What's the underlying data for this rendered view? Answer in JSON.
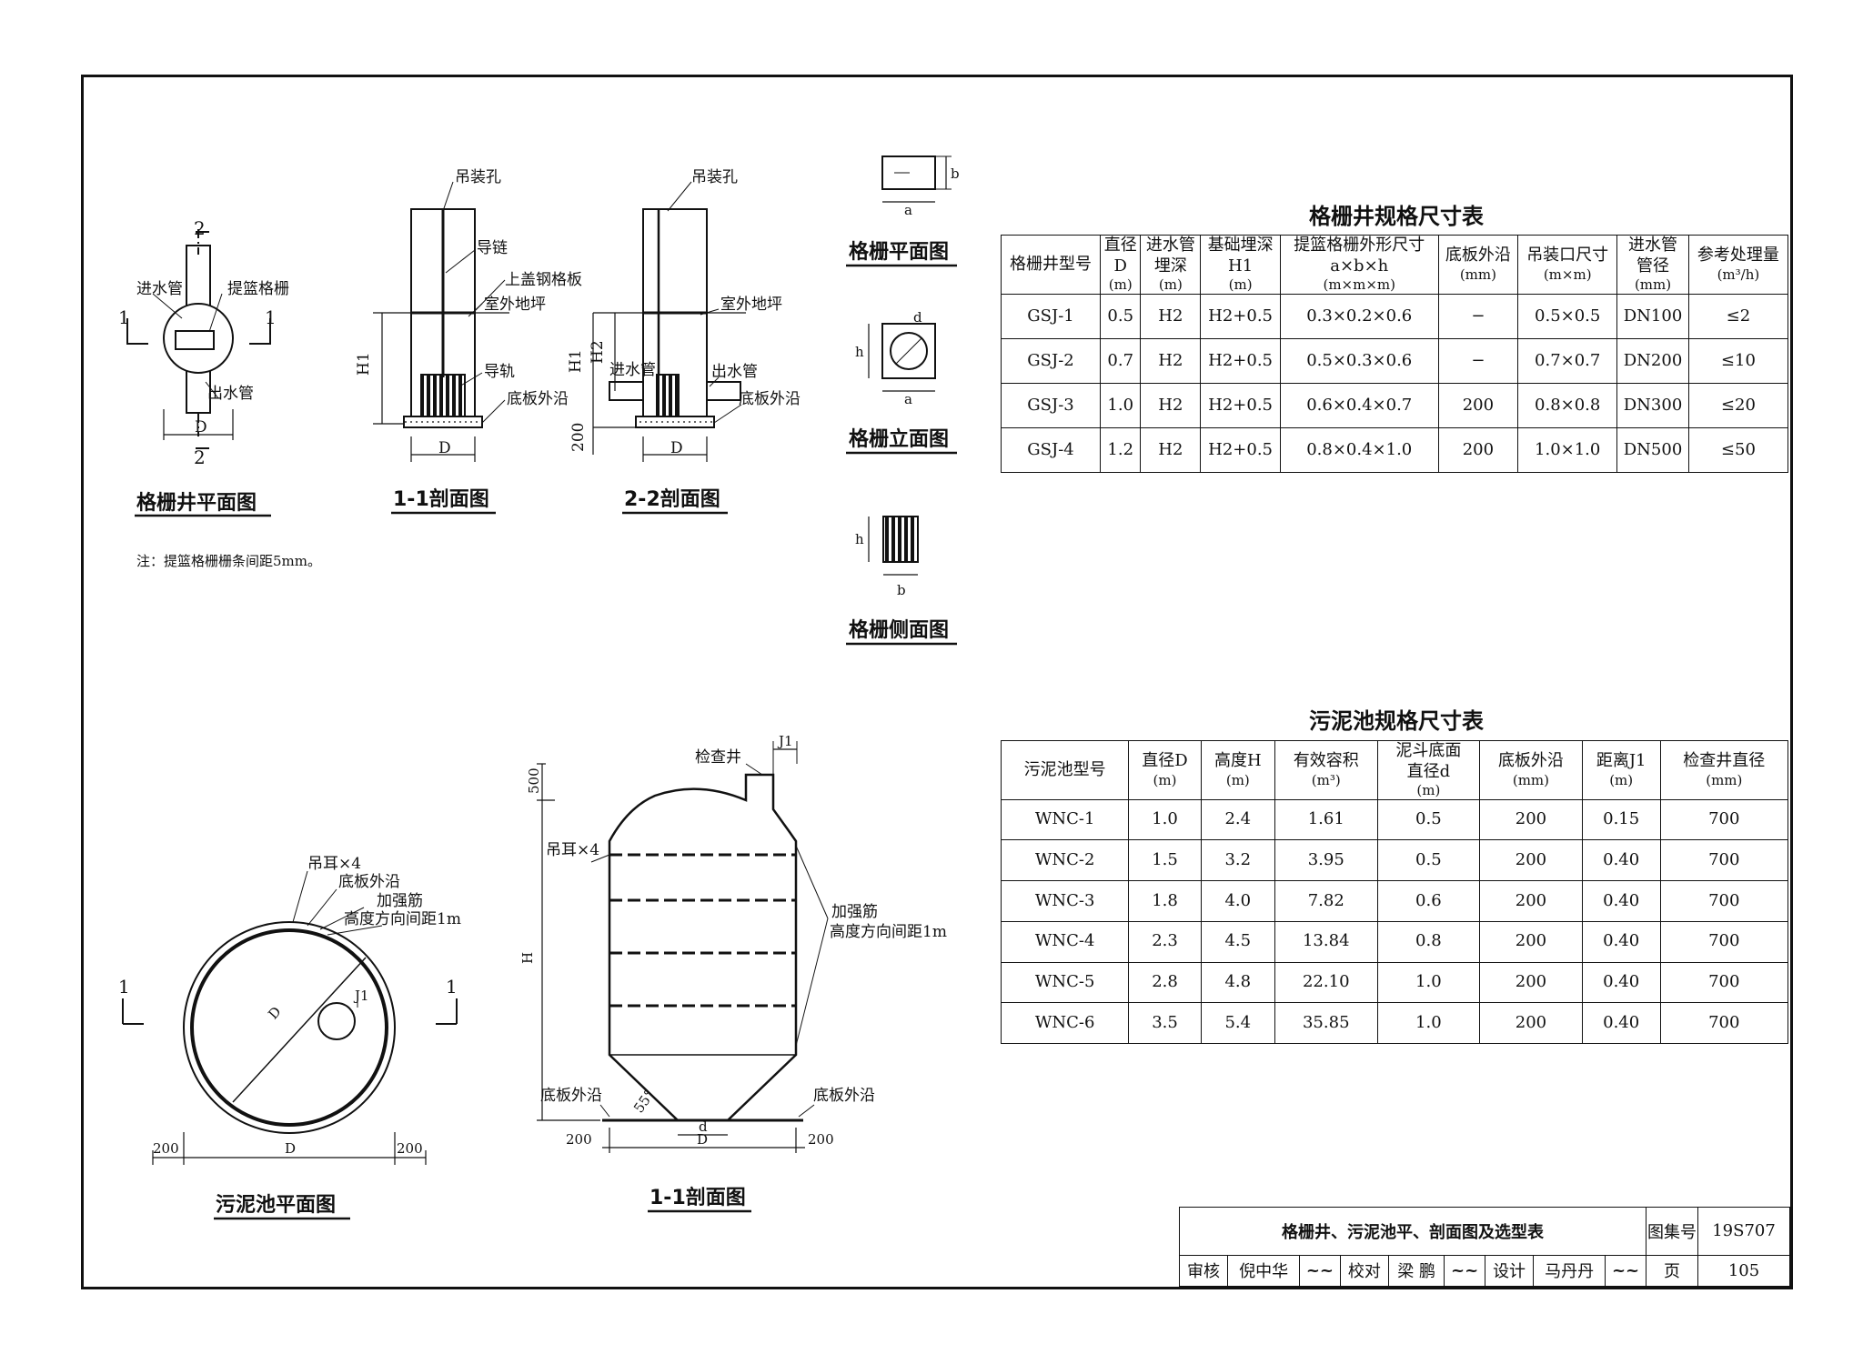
{
  "screen_title": {
    "well_plan": "格栅井平面图",
    "section_11": "1-1剖面图",
    "section_22": "2-2剖面图",
    "grate_plan": "格栅平面图",
    "grate_elev": "格栅立面图",
    "grate_side": "格栅侧面图",
    "sludge_plan": "污泥池平面图",
    "sludge_section": "1-1剖面图"
  },
  "labels": {
    "in_pipe": "进水管",
    "basket_grate": "提篮格栅",
    "out_pipe": "出水管",
    "lift_hole": "吊装孔",
    "chain": "导链",
    "steel_cover": "上盖钢格板",
    "ground": "室外地坪",
    "guide_rail": "导轨",
    "base_edge": "底板外沿",
    "inspection_well": "检查井",
    "lug": "吊耳×4",
    "stiffener": "加强筋",
    "stiffener_spacing": "高度方向间距1m",
    "note": "注：提篮格栅栅条间距5mm。",
    "D": "D",
    "H": "H",
    "H1": "H1",
    "H2": "H2",
    "J1": "J1",
    "d": "d",
    "a": "a",
    "b": "b",
    "h": "h",
    "dim_200": "200",
    "dim_500": "500",
    "angle": "55°",
    "sec1": "1",
    "sec2": "2"
  },
  "grate_table": {
    "title": "格栅井规格尺寸表",
    "headers": [
      {
        "line1": "格栅井型号",
        "line2": "",
        "unit": ""
      },
      {
        "line1": "直径",
        "line2": "D",
        "unit": "(m)"
      },
      {
        "line1": "进水管",
        "line2": "埋深",
        "unit": "(m)"
      },
      {
        "line1": "基础埋深",
        "line2": "H1",
        "unit": "(m)"
      },
      {
        "line1": "提篮格栅外形尺寸",
        "line2": "a×b×h",
        "unit": "(m×m×m)"
      },
      {
        "line1": "底板外沿",
        "line2": "",
        "unit": "(mm)"
      },
      {
        "line1": "吊装口尺寸",
        "line2": "",
        "unit": "(m×m)"
      },
      {
        "line1": "进水管",
        "line2": "管径",
        "unit": "(mm)"
      },
      {
        "line1": "参考处理量",
        "line2": "",
        "unit": "(m³/h)"
      }
    ],
    "rows": [
      [
        "GSJ-1",
        "0.5",
        "H2",
        "H2+0.5",
        "0.3×0.2×0.6",
        "−",
        "0.5×0.5",
        "DN100",
        "≤2"
      ],
      [
        "GSJ-2",
        "0.7",
        "H2",
        "H2+0.5",
        "0.5×0.3×0.6",
        "−",
        "0.7×0.7",
        "DN200",
        "≤10"
      ],
      [
        "GSJ-3",
        "1.0",
        "H2",
        "H2+0.5",
        "0.6×0.4×0.7",
        "200",
        "0.8×0.8",
        "DN300",
        "≤20"
      ],
      [
        "GSJ-4",
        "1.2",
        "H2",
        "H2+0.5",
        "0.8×0.4×1.0",
        "200",
        "1.0×1.0",
        "DN500",
        "≤50"
      ]
    ]
  },
  "sludge_table": {
    "title": "污泥池规格尺寸表",
    "headers": [
      {
        "line1": "污泥池型号",
        "line2": "",
        "unit": ""
      },
      {
        "line1": "直径D",
        "line2": "",
        "unit": "(m)"
      },
      {
        "line1": "高度H",
        "line2": "",
        "unit": "(m)"
      },
      {
        "line1": "有效容积",
        "line2": "",
        "unit": "(m³)"
      },
      {
        "line1": "泥斗底面",
        "line2": "直径d",
        "unit": "(m)"
      },
      {
        "line1": "底板外沿",
        "line2": "",
        "unit": "(mm)"
      },
      {
        "line1": "距离J1",
        "line2": "",
        "unit": "(m)"
      },
      {
        "line1": "检查井直径",
        "line2": "",
        "unit": "(mm)"
      }
    ],
    "rows": [
      [
        "WNC-1",
        "1.0",
        "2.4",
        "1.61",
        "0.5",
        "200",
        "0.15",
        "700"
      ],
      [
        "WNC-2",
        "1.5",
        "3.2",
        "3.95",
        "0.5",
        "200",
        "0.40",
        "700"
      ],
      [
        "WNC-3",
        "1.8",
        "4.0",
        "7.82",
        "0.6",
        "200",
        "0.40",
        "700"
      ],
      [
        "WNC-4",
        "2.3",
        "4.5",
        "13.84",
        "0.8",
        "200",
        "0.40",
        "700"
      ],
      [
        "WNC-5",
        "2.8",
        "4.8",
        "22.10",
        "1.0",
        "200",
        "0.40",
        "700"
      ],
      [
        "WNC-6",
        "3.5",
        "5.4",
        "35.85",
        "1.0",
        "200",
        "0.40",
        "700"
      ]
    ]
  },
  "title_block": {
    "title": "格栅井、污泥池平、剖面图及选型表",
    "atlas_label": "图集号",
    "atlas_no": "19S707",
    "review_label": "审核",
    "reviewer": "倪中华",
    "check_label": "校对",
    "checker": "梁 鹏",
    "design_label": "设计",
    "designer": "马丹丹",
    "page_label": "页",
    "page_no": "105"
  }
}
